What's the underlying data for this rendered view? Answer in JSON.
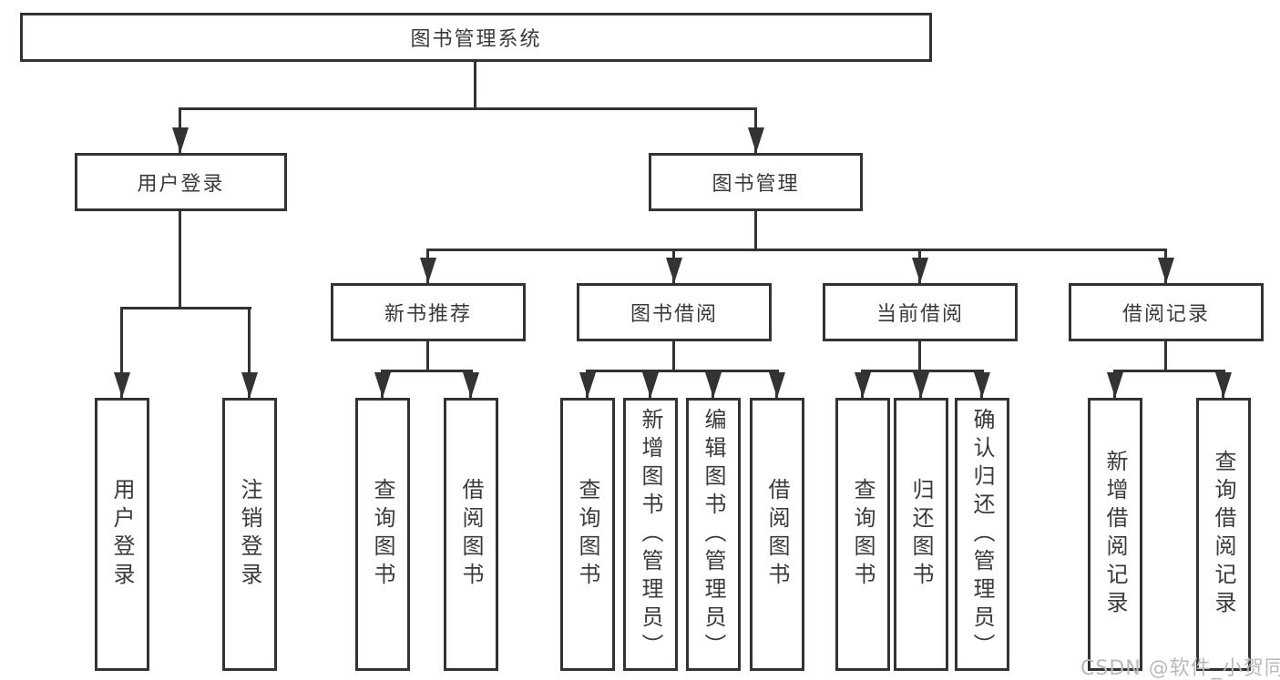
{
  "diagram": {
    "title_node": {
      "label": "图书管理系统"
    },
    "level2": [
      {
        "id": "user-login",
        "label": "用户登录"
      },
      {
        "id": "book-management",
        "label": "图书管理"
      }
    ],
    "level3": [
      {
        "id": "new-book-recommend",
        "parent": "图书管理",
        "label": "新书推荐"
      },
      {
        "id": "book-borrowing",
        "parent": "图书管理",
        "label": "图书借阅"
      },
      {
        "id": "current-borrowing",
        "parent": "图书管理",
        "label": "当前借阅"
      },
      {
        "id": "borrow-records",
        "parent": "图书管理",
        "label": "借阅记录"
      }
    ],
    "leaves": [
      {
        "parent": "用户登录",
        "label": "用户登录"
      },
      {
        "parent": "用户登录",
        "label": "注销登录"
      },
      {
        "parent": "新书推荐",
        "label": "查询图书"
      },
      {
        "parent": "新书推荐",
        "label": "借阅图书"
      },
      {
        "parent": "图书借阅",
        "label": "查询图书"
      },
      {
        "parent": "图书借阅",
        "label": "新增图书（管理员）"
      },
      {
        "parent": "图书借阅",
        "label": "编辑图书（管理员）"
      },
      {
        "parent": "图书借阅",
        "label": "借阅图书"
      },
      {
        "parent": "当前借阅",
        "label": "查询图书"
      },
      {
        "parent": "当前借阅",
        "label": "归还图书"
      },
      {
        "parent": "当前借阅",
        "label": "确认归还（管理员）"
      },
      {
        "parent": "借阅记录",
        "label": "新增借阅记录"
      },
      {
        "parent": "借阅记录",
        "label": "查询借阅记录"
      }
    ]
  },
  "watermark": {
    "text": "CSDN @软件_小贺同学"
  },
  "colors": {
    "line": "#333333",
    "box_border": "#333333",
    "box_background": "#ffffff",
    "text": "#3a3a3a",
    "watermark": "#b9b9b9",
    "background": "#ffffff"
  }
}
